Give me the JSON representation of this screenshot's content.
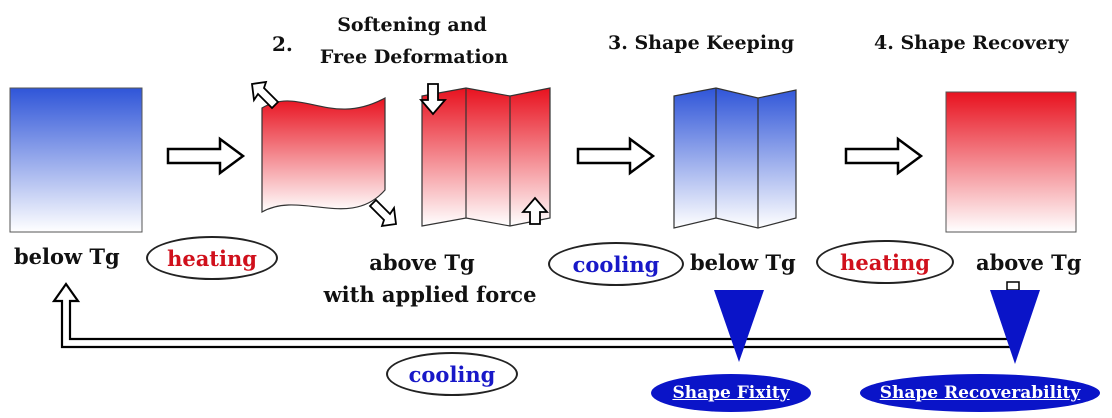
{
  "steps": {
    "step2_number": "2.",
    "step2_title_line1": "Softening and",
    "step2_title_line2": "Free Deformation",
    "step3_title": "3. Shape Keeping",
    "step4_title": "4. Shape Recovery"
  },
  "states": {
    "initial": "below Tg",
    "deformed_line1": "above Tg",
    "deformed_line2": "with applied force",
    "fixed": "below Tg",
    "recovered": "above Tg"
  },
  "processes": {
    "heating_1": "heating",
    "cooling_1": "cooling",
    "heating_2": "heating",
    "cooling_return": "cooling"
  },
  "properties": {
    "fixity": "Shape Fixity",
    "recoverability": "Shape Recoverability"
  },
  "colors": {
    "cold": "#3b5bdb",
    "hot": "#e8121f",
    "oval_blue_text": "#1818c8",
    "oval_red_text": "#d0101c",
    "property_fill": "#0a14c8"
  }
}
